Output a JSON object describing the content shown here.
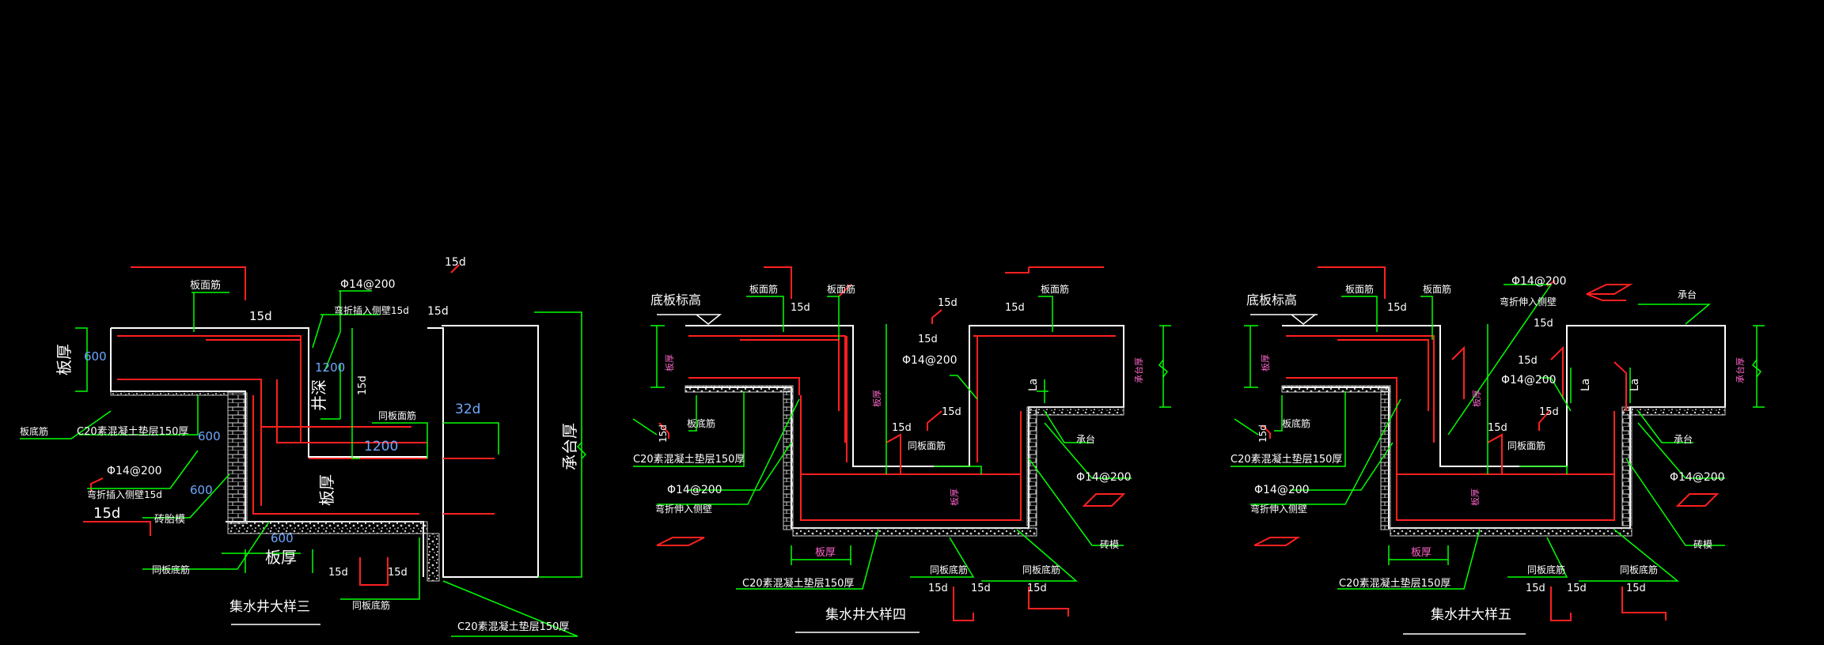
{
  "colors": {
    "background": "#000000",
    "outline": "#ffffff",
    "rebar": "#ff2020",
    "leader": "#00ff00",
    "dimension_text": "#6fa8ff",
    "magenta_text": "#ff66cc",
    "hatch": "#cccccc"
  },
  "drawing1": {
    "title": "集水井大样三",
    "labels": {
      "board_top_bar": "板面筋",
      "board_thick_left": "板厚",
      "board_bottom_bar": "板底筋",
      "cushion": "C20素混凝土垫层150厚",
      "rebar_spec_top": "Φ14@200",
      "bend_into_wall_top": "弯折插入侧壁15d",
      "rebar_spec_mid": "Φ14@200",
      "bend_into_wall_mid": "弯折插入侧壁15d",
      "brick_mold": "砖胎模",
      "same_board_bottom_left": "同板底筋",
      "well_depth": "井深",
      "same_board_top": "同板面筋",
      "board_thick_center": "板厚",
      "board_thick_bottom": "板厚",
      "same_board_bottom": "同板底筋",
      "cushion_bottom": "C20素混凝土垫层150厚",
      "cap_thickness": "承台厚"
    },
    "dims": {
      "d15_top_a": "15d",
      "d15_top_b": "15d",
      "d15_top_c": "15d",
      "d15_vert": "15d",
      "d15_left": "15d",
      "d15_bot_a": "15d",
      "d15_bot_b": "15d",
      "d32": "32d",
      "v600_a": "600",
      "v600_b": "600",
      "v600_c": "600",
      "v600_d": "600",
      "v1200_a": "1200",
      "v1200_b": "1200"
    }
  },
  "drawing2": {
    "title": "集水井大样四",
    "labels": {
      "slab_elev": "底板标高",
      "board_top_bar_a": "板面筋",
      "board_top_bar_b": "板面筋",
      "board_top_bar_c": "板面筋",
      "board_thick_left": "板厚",
      "board_bottom_bar": "板底筋",
      "cushion": "C20素混凝土垫层150厚",
      "rebar_spec_left": "Φ14@200",
      "bend_into_wall": "弯折伸入侧壁",
      "rebar_spec_right": "Φ14@200",
      "rebar_spec_mid": "Φ14@200",
      "same_board_top": "同板面筋",
      "cap_a": "承台",
      "cap_thick": "承台厚",
      "la": "La",
      "brick_mold": "砖模",
      "same_board_bottom_a": "同板底筋",
      "same_board_bottom_b": "同板底筋",
      "board_thick_bottom": "板厚",
      "cushion_bottom": "C20素混凝土垫层150厚",
      "board_thick_vert": "板厚",
      "board_thick_wall": "板厚"
    },
    "dims": {
      "d15_a": "15d",
      "d15_b": "15d",
      "d15_c": "15d",
      "d15_d": "15d",
      "d15_e": "15d",
      "d15_f": "15d",
      "d15_g": "15d",
      "d15_h": "15d",
      "d15_i": "15d",
      "d15_j": "15d"
    }
  },
  "drawing3": {
    "title": "集水井大样五",
    "labels": {
      "slab_elev": "底板标高",
      "board_top_bar_a": "板面筋",
      "board_top_bar_b": "板面筋",
      "board_thick_left": "板厚",
      "board_bottom_bar": "板底筋",
      "cushion": "C20素混凝土垫层150厚",
      "rebar_spec_top": "Φ14@200",
      "bend_top": "弯折伸入侧壁",
      "rebar_spec_left": "Φ14@200",
      "bend_into_wall": "弯折伸入侧壁",
      "rebar_spec_mid": "Φ14@200",
      "rebar_spec_right": "Φ14@200",
      "same_board_top": "同板面筋",
      "cap_a": "承台",
      "cap_b": "承台",
      "cap_thick": "承台厚",
      "la_a": "La",
      "la_b": "La",
      "brick_mold": "砖模",
      "same_board_bottom_a": "同板底筋",
      "same_board_bottom_b": "同板底筋",
      "board_thick_bottom": "板厚",
      "cushion_bottom": "C20素混凝土垫层150厚",
      "board_thick_vert": "板厚",
      "board_thick_wall": "板厚"
    },
    "dims": {
      "d15_a": "15d",
      "d15_b": "15d",
      "d15_c": "15d",
      "d15_d": "15d",
      "d15_e": "15d",
      "d15_f": "15d",
      "d15_g": "15d",
      "d15_h": "15d",
      "d15_i": "15d"
    }
  }
}
